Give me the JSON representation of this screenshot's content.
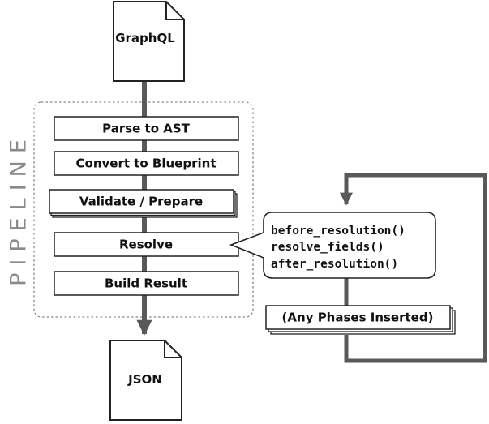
{
  "diagram": {
    "input_doc": "GraphQL",
    "output_doc": "JSON",
    "pipeline_label": "PIPELINE",
    "steps": [
      "Parse to AST",
      "Convert to Blueprint",
      "Validate / Prepare",
      "Resolve",
      "Build Result"
    ],
    "resolve_detail": [
      "before_resolution()",
      "resolve_fields()",
      "after_resolution()"
    ],
    "inserted_phases": "(Any Phases Inserted)",
    "colors": {
      "arrow": "#595959",
      "stroke": "#222222",
      "dotted": "#888888",
      "pipeline_text": "#8a8a8a"
    }
  }
}
